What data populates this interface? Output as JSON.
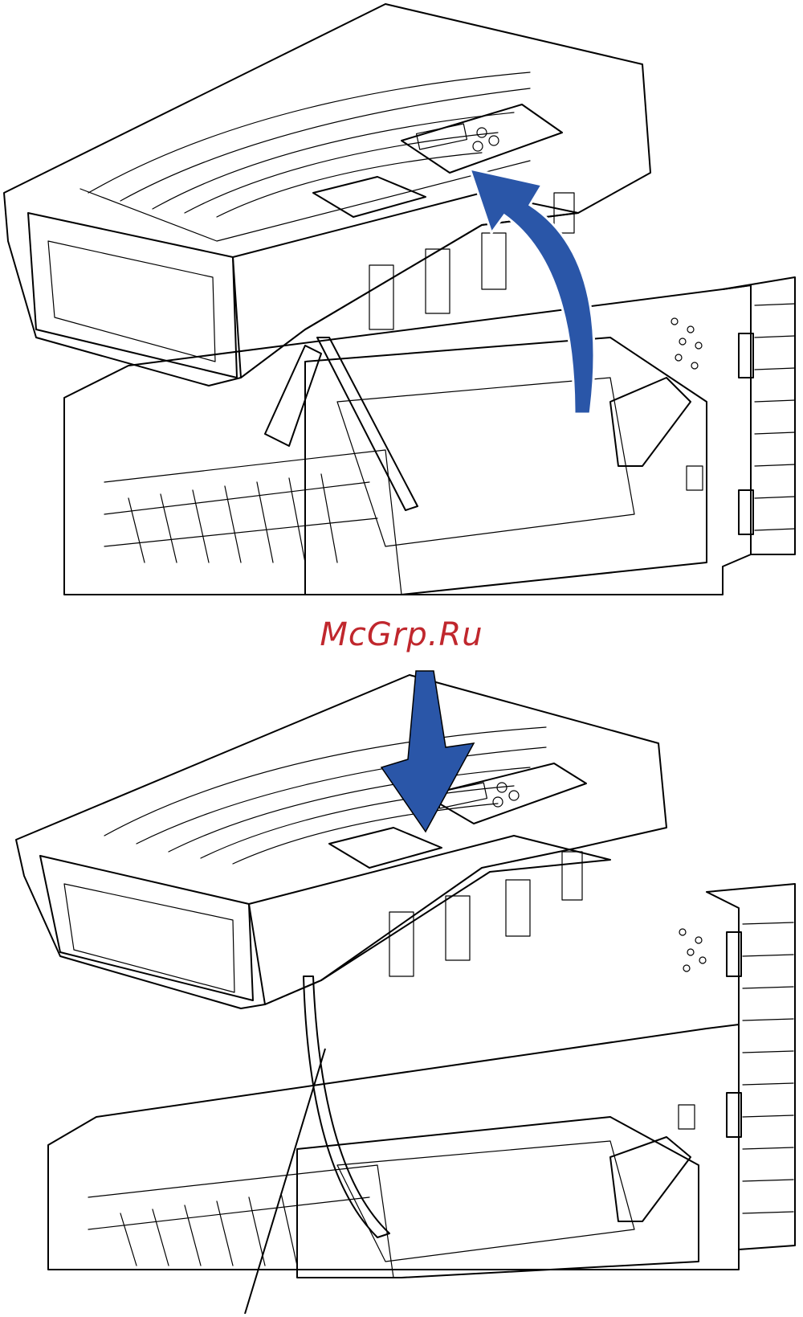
{
  "watermark": {
    "text": "McGrp.Ru",
    "color": "#c0272d"
  },
  "colors": {
    "cover_fill": "#6b82cc",
    "cover_shadow": "#5a6fb8",
    "arrow_fill": "#2a56a8",
    "printer_fill": "#ececec",
    "strut_fill": "#aeb6e3",
    "outline": "#000000"
  },
  "panels": [
    {
      "id": "top",
      "icon": "curved-up-arrow-icon",
      "state": "cover raised"
    },
    {
      "id": "bottom",
      "icon": "down-arrow-icon",
      "state": "cover lowering"
    }
  ]
}
